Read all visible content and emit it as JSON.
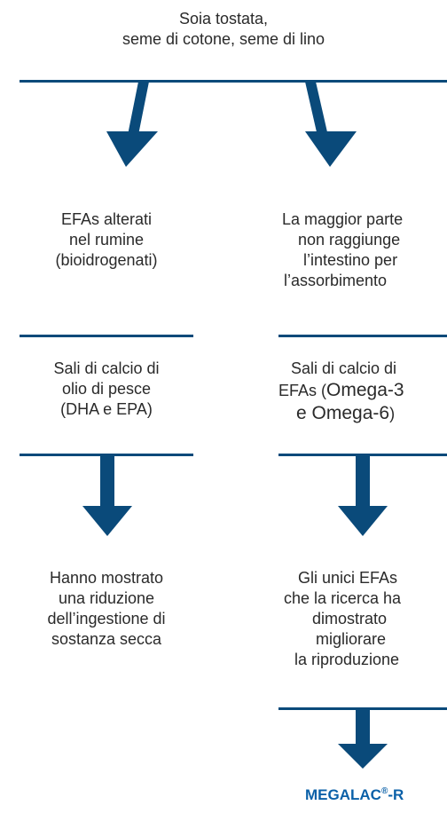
{
  "top": {
    "lines": [
      "Soia tostata,",
      "seme di cotone, seme di lino"
    ]
  },
  "left": {
    "box1": [
      "EFAs alterati",
      "nel rumine",
      "(bioidrogenati)"
    ],
    "box2": [
      "Sali di calcio di",
      "olio di pesce",
      "(DHA e EPA)"
    ],
    "box3": [
      "Hanno mostrato",
      "una riduzione",
      "dell’ingestione di",
      "sostanza secca"
    ]
  },
  "right": {
    "box1": [
      "La maggior parte",
      "non raggiunge",
      "l’intestino per",
      "l’assorbimento"
    ],
    "box2": {
      "line1": "Sali di calcio di",
      "line2a": "EFAs (",
      "line2b": "Omega-3",
      "line3a": "e Omega-6",
      "line3b": ")"
    },
    "box3": [
      "Gli unici EFAs",
      "che la ricerca ha",
      "dimostrato",
      "migliorare",
      "la riproduzione"
    ]
  },
  "brand": {
    "name": "MEGALAC",
    "mark": "®",
    "suffix": "-R"
  },
  "colors": {
    "arrow": "#0a4a7a",
    "brand": "#0a60a8"
  }
}
